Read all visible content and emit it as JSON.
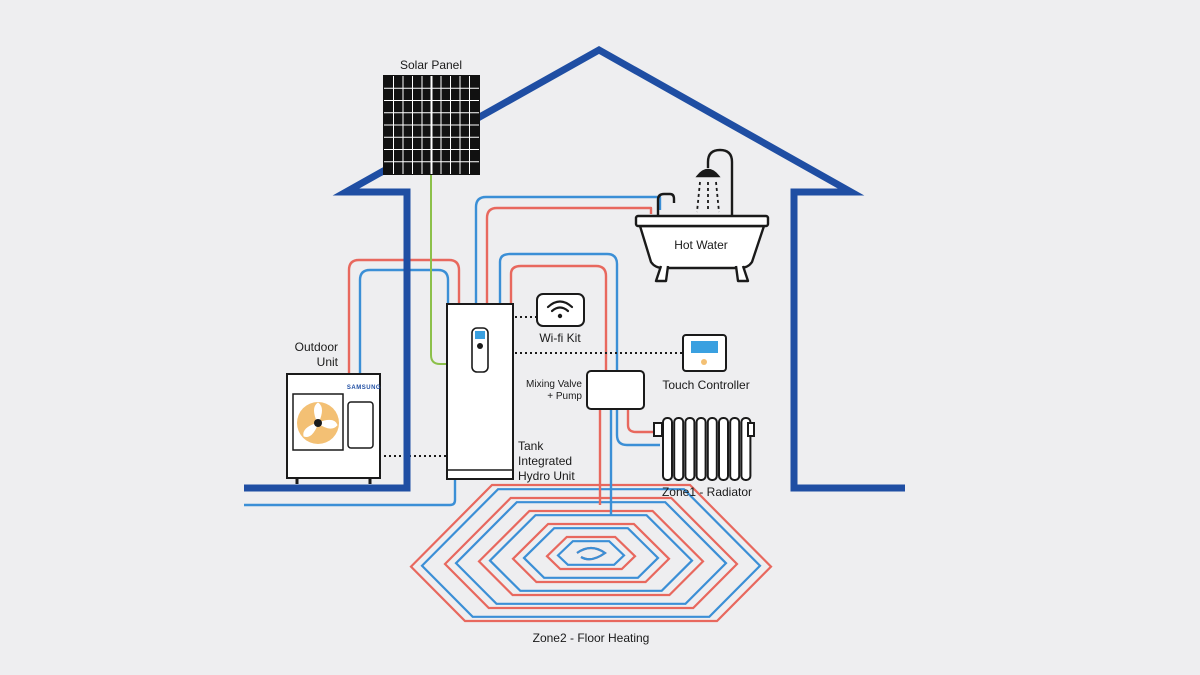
{
  "labels": {
    "solar_panel": "Solar Panel",
    "hot_water": "Hot Water",
    "wifi_kit": "Wi-fi Kit",
    "touch_controller": "Touch Controller",
    "outdoor_unit_line1": "Outdoor",
    "outdoor_unit_line2": "Unit",
    "mixing_valve_line1": "Mixing Valve",
    "mixing_valve_line2": "+ Pump",
    "tank_line1": "Tank",
    "tank_line2": "Integrated",
    "tank_line3": "Hydro Unit",
    "zone1": "Zone1 - Radiator",
    "zone2": "Zone2 - Floor Heating",
    "outdoor_brand": "SAMSUNG"
  },
  "colors": {
    "background": "#eeeef0",
    "house_outline": "#1f4ea3",
    "hot_pipe": "#e8685e",
    "cold_pipe": "#3b8fd6",
    "solar_wire": "#8cc04a",
    "device_stroke": "#1a1a1a",
    "fan_blade": "#f3c074",
    "display_screen": "#3aa0e0"
  },
  "icons": [
    "solar-panel-icon",
    "bathtub-icon",
    "shower-icon",
    "wifi-icon",
    "touch-controller-icon",
    "outdoor-unit-icon",
    "fan-icon",
    "hydro-unit-icon",
    "mixing-valve-icon",
    "radiator-icon",
    "floor-heating-coil-icon"
  ]
}
